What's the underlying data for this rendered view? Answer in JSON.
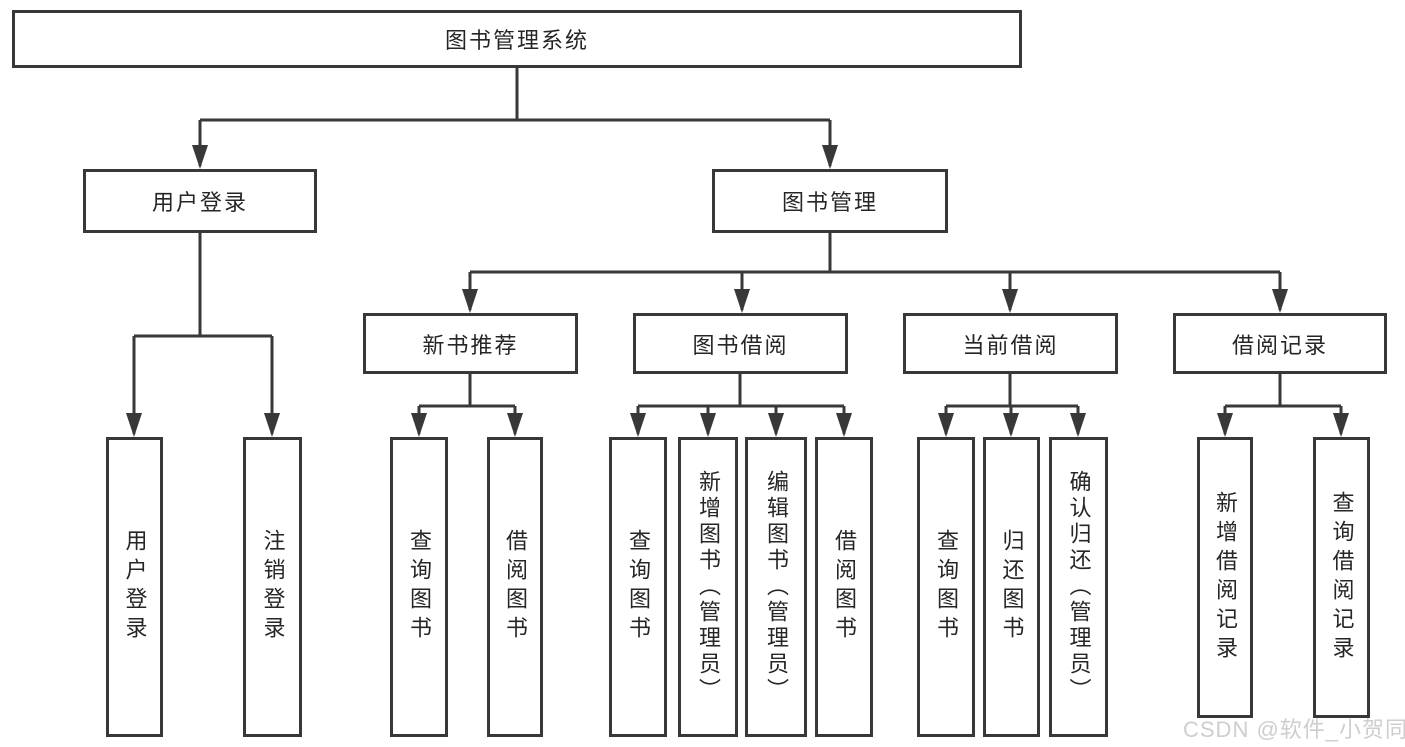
{
  "nodes": {
    "root": "图书管理系统",
    "l2": [
      "用户登录",
      "图书管理"
    ],
    "l3": [
      "新书推荐",
      "图书借阅",
      "当前借阅",
      "借阅记录"
    ],
    "leaves_user": [
      "用户登录",
      "注销登录"
    ],
    "leaves_recommend": [
      "查询图书",
      "借阅图书"
    ],
    "leaves_borrow": [
      "查询图书",
      "新增图书（管理员）",
      "编辑图书（管理员）",
      "借阅图书"
    ],
    "leaves_current": [
      "查询图书",
      "归还图书",
      "确认归还（管理员）"
    ],
    "leaves_records": [
      "新增借阅记录",
      "查询借阅记录"
    ]
  },
  "watermark": "CSDN @软件_小贺同学",
  "colors": {
    "line": "#383838",
    "text": "#262626",
    "background": "#ffffff",
    "watermark": "#cbc9c9"
  }
}
